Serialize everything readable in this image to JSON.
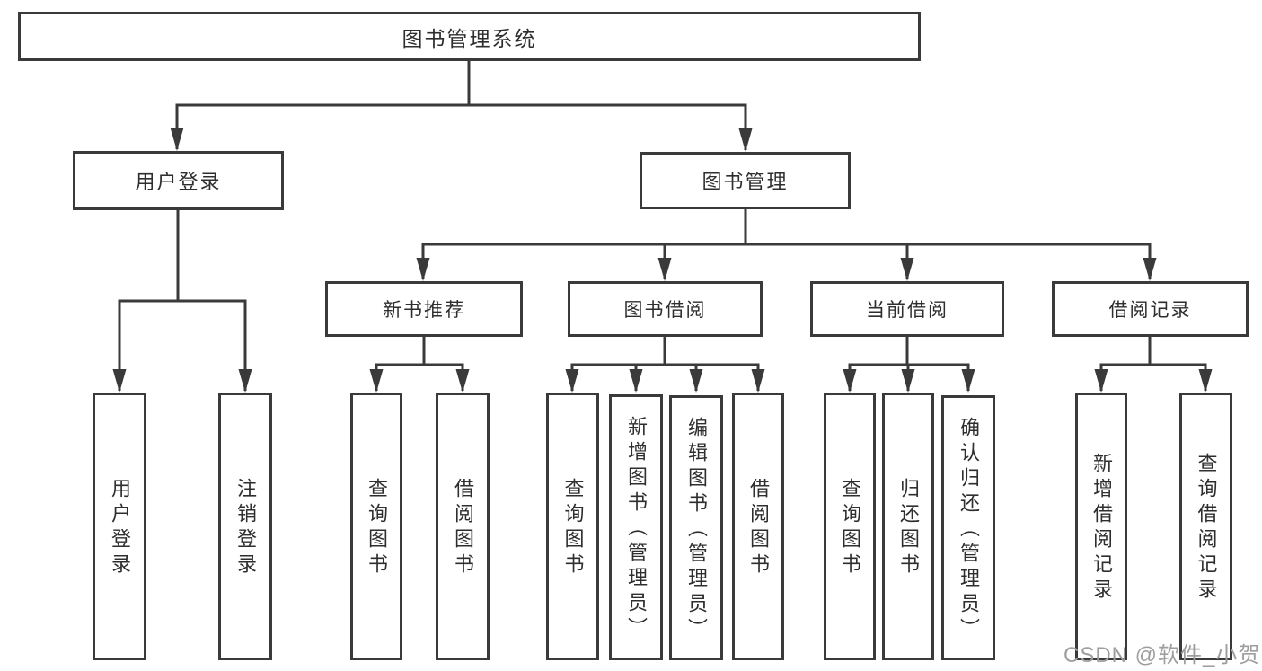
{
  "nodes": {
    "root": {
      "label": "图书管理系统"
    },
    "user_login": {
      "label": "用户登录"
    },
    "book_management": {
      "label": "图书管理"
    },
    "new_book_recommend": {
      "label": "新书推荐"
    },
    "book_borrowing": {
      "label": "图书借阅"
    },
    "current_borrowing": {
      "label": "当前借阅"
    },
    "borrowing_records": {
      "label": "借阅记录"
    },
    "leaf_user_login": {
      "label": "用户登录"
    },
    "leaf_logout": {
      "label": "注销登录"
    },
    "leaf_nb_query_books": {
      "label": "查询图书"
    },
    "leaf_nb_borrow_books": {
      "label": "借阅图书"
    },
    "leaf_bb_query_books": {
      "label": "查询图书"
    },
    "leaf_bb_add_books_admin": {
      "label": "新增图书（管理员）"
    },
    "leaf_bb_edit_books_admin": {
      "label": "编辑图书（管理员）"
    },
    "leaf_bb_borrow_books": {
      "label": "借阅图书"
    },
    "leaf_cb_query_books": {
      "label": "查询图书"
    },
    "leaf_cb_return_books": {
      "label": "归还图书"
    },
    "leaf_cb_confirm_return_admin": {
      "label": "确认归还（管理员）"
    },
    "leaf_br_add_record": {
      "label": "新增借阅记录"
    },
    "leaf_br_query_record": {
      "label": "查询借阅记录"
    }
  },
  "structure": {
    "root": {
      "user_login": [
        "leaf_user_login",
        "leaf_logout"
      ],
      "book_management": {
        "new_book_recommend": [
          "leaf_nb_query_books",
          "leaf_nb_borrow_books"
        ],
        "book_borrowing": [
          "leaf_bb_query_books",
          "leaf_bb_add_books_admin",
          "leaf_bb_edit_books_admin",
          "leaf_bb_borrow_books"
        ],
        "current_borrowing": [
          "leaf_cb_query_books",
          "leaf_cb_return_books",
          "leaf_cb_confirm_return_admin"
        ],
        "borrowing_records": [
          "leaf_br_add_record",
          "leaf_br_query_record"
        ]
      }
    }
  },
  "watermark": {
    "text": "CSDN @软件_小贺同学",
    "color": "#9e9e9e"
  },
  "colors": {
    "line": "#3a3a3a",
    "text": "#2e2e2e",
    "background": "#ffffff",
    "box_background": "#ffffff"
  }
}
